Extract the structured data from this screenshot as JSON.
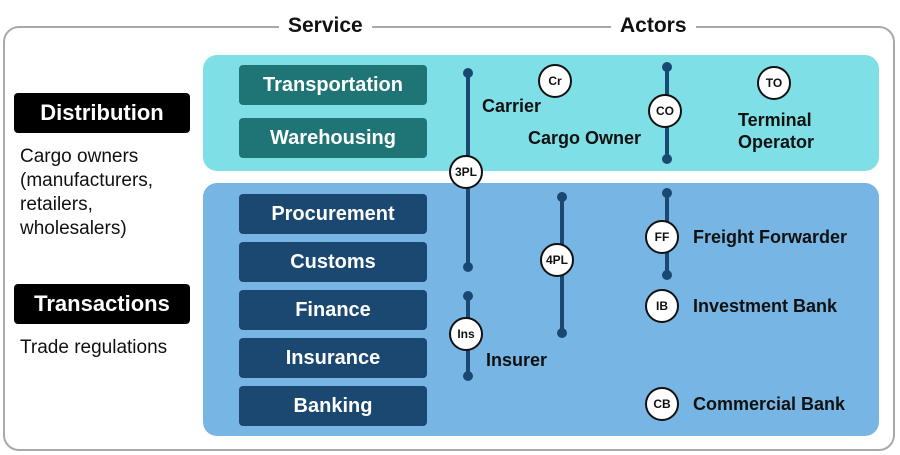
{
  "headers": {
    "service": "Service",
    "actors": "Actors"
  },
  "categories": [
    {
      "label": "Distribution",
      "description": [
        "Cargo owners",
        "(manufacturers,",
        "retailers,",
        "wholesalers)"
      ]
    },
    {
      "label": "Transactions",
      "description": [
        "Trade regulations"
      ]
    }
  ],
  "services": {
    "distribution": [
      "Transportation",
      "Warehousing"
    ],
    "transactions": [
      "Procurement",
      "Customs",
      "Finance",
      "Insurance",
      "Banking"
    ]
  },
  "nodes": {
    "cr": "Cr",
    "co": "CO",
    "to": "TO",
    "tpl": "3PL",
    "fpl": "4PL",
    "ff": "FF",
    "ib": "IB",
    "ins": "Ins",
    "cb": "CB"
  },
  "actors": {
    "carrier": "Carrier",
    "cargo_owner": "Cargo Owner",
    "terminal_operator": [
      "Terminal",
      "Operator"
    ],
    "freight_forwarder": "Freight Forwarder",
    "investment_bank": "Investment Bank",
    "insurer": "Insurer",
    "commercial_bank": "Commercial Bank"
  },
  "colors": {
    "distribution_band": "#7ee0e6",
    "transactions_band": "#77b6e4",
    "teal_box": "#1f7576",
    "navy_box": "#1b4871"
  }
}
